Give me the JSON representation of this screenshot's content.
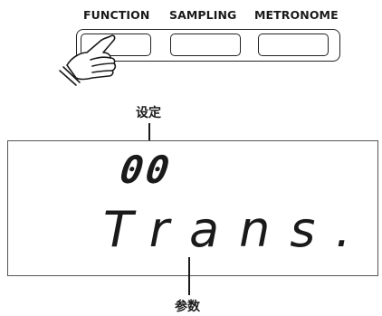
{
  "buttons": [
    {
      "label": "FUNCTION"
    },
    {
      "label": "SAMPLING"
    },
    {
      "label": "METRONOME"
    }
  ],
  "callouts": {
    "top": "设定",
    "bottom": "参数"
  },
  "display": {
    "value": "00",
    "parameter": "Trans."
  },
  "icons": {
    "hand": "pointing-hand-icon"
  }
}
